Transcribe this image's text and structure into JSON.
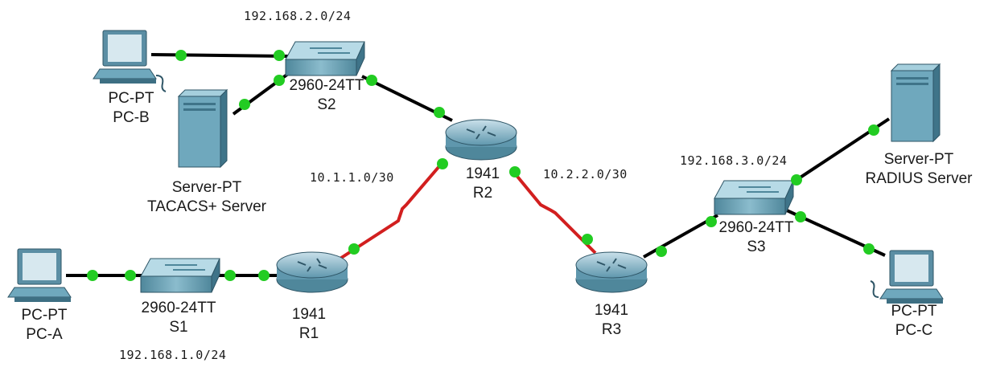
{
  "colors": {
    "ethernet_link": "#000000",
    "serial_link": "#d21f1f",
    "link_light": "#22cc22",
    "device_body": "#6fa8bd"
  },
  "networks": {
    "lan_b": "192.168.2.0/24",
    "lan_a": "192.168.1.0/24",
    "lan_c": "192.168.3.0/24",
    "wan_r1_r2": "10.1.1.0/30",
    "wan_r2_r3": "10.2.2.0/30"
  },
  "devices": {
    "pc_b": {
      "model": "PC-PT",
      "name": "PC-B",
      "icon": "pc-icon"
    },
    "tacacs": {
      "model": "Server-PT",
      "name": "TACACS+ Server",
      "icon": "server-icon"
    },
    "s2": {
      "model": "2960-24TT",
      "name": "S2",
      "icon": "switch-icon"
    },
    "r2": {
      "model": "1941",
      "name": "R2",
      "icon": "router-icon"
    },
    "radius": {
      "model": "Server-PT",
      "name": "RADIUS Server",
      "icon": "server-icon"
    },
    "s3": {
      "model": "2960-24TT",
      "name": "S3",
      "icon": "switch-icon"
    },
    "r3": {
      "model": "1941",
      "name": "R3",
      "icon": "router-icon"
    },
    "pc_c": {
      "model": "PC-PT",
      "name": "PC-C",
      "icon": "pc-icon"
    },
    "pc_a": {
      "model": "PC-PT",
      "name": "PC-A",
      "icon": "pc-icon"
    },
    "s1": {
      "model": "2960-24TT",
      "name": "S1",
      "icon": "switch-icon"
    },
    "r1": {
      "model": "1941",
      "name": "R1",
      "icon": "router-icon"
    }
  }
}
